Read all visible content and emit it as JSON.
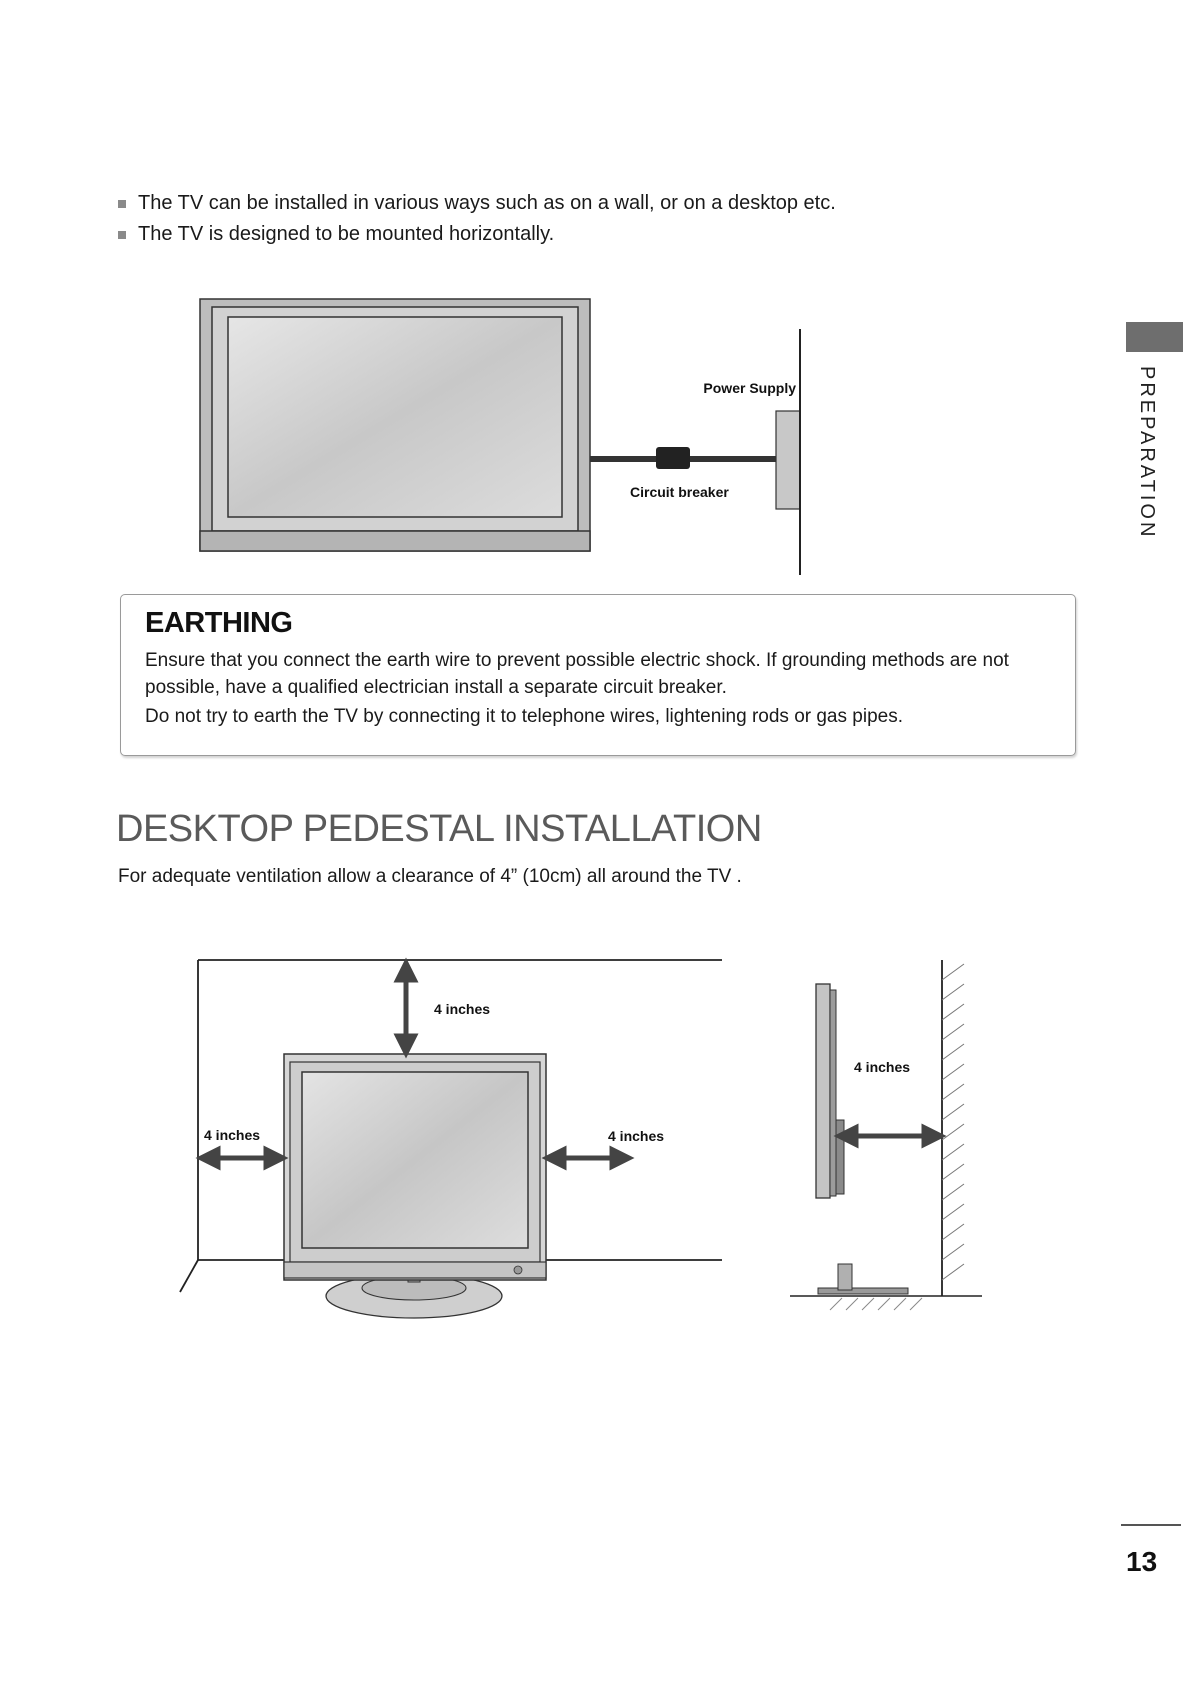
{
  "bullets": [
    "The TV can be installed in various ways such as on a wall, or on a desktop etc.",
    "The TV is designed to be mounted horizontally."
  ],
  "side_label": "PREPARATION",
  "top_diagram": {
    "power_supply_label": "Power Supply",
    "circuit_breaker_label": "Circuit breaker"
  },
  "earthing": {
    "title": "EARTHING",
    "text1": "Ensure that you connect the earth wire to prevent possible electric shock. If grounding methods are not possible, have a qualified electrician install a separate circuit breaker.",
    "text2": "Do not try to earth the TV by connecting it to telephone wires, lightening rods or gas pipes."
  },
  "section": {
    "title": "DESKTOP PEDESTAL INSTALLATION",
    "subtitle": "For adequate ventilation allow a clearance of 4” (10cm) all around the TV ."
  },
  "clearance": {
    "top": "4 inches",
    "left": "4 inches",
    "right": "4 inches",
    "side": "4 inches"
  },
  "page_number": "13",
  "colors": {
    "tab": "#6e6e6e",
    "title": "#5a5a5a"
  }
}
